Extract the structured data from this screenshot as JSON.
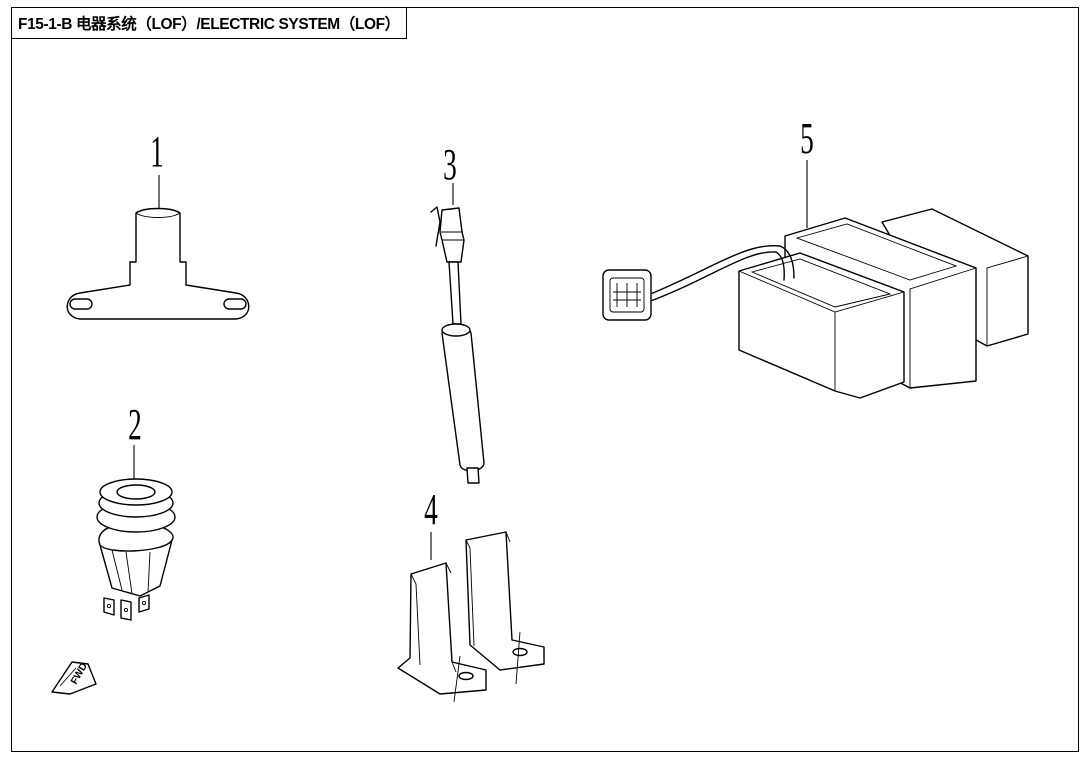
{
  "title": "F15-1-B 电器系统（LOF）/ELECTRIC SYSTEM（LOF）",
  "parts": [
    {
      "label": "1",
      "icon": "license-plate-bracket-icon"
    },
    {
      "label": "2",
      "icon": "rocker-switch-icon"
    },
    {
      "label": "3",
      "icon": "wire-sensor-icon"
    },
    {
      "label": "4",
      "icon": "mounting-bracket-icon"
    },
    {
      "label": "5",
      "icon": "relay-box-icon"
    }
  ],
  "fwd_label": "FWD",
  "fwd_icon": "forward-arrow-icon"
}
